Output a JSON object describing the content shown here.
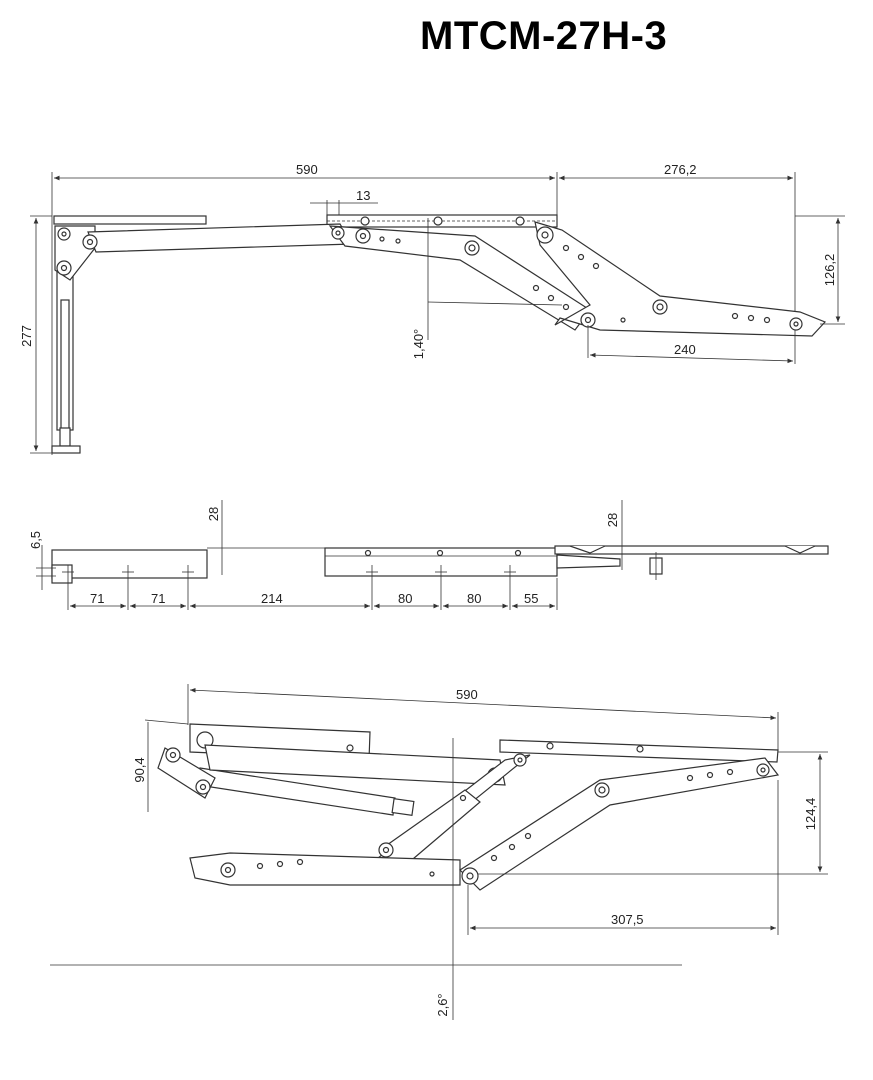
{
  "title": "MTCM-27H-3",
  "view_top": {
    "dims": {
      "overall_width": "590",
      "extension": "276,2",
      "offset_13": "13",
      "height_277": "277",
      "height_126": "126,2",
      "length_240": "240",
      "angle": "1,40°"
    }
  },
  "view_middle": {
    "dims": {
      "thickness_6_5": "6,5",
      "gap_left_28": "28",
      "gap_right_28": "28",
      "spacings": [
        "71",
        "71",
        "214",
        "80",
        "80",
        "55"
      ]
    }
  },
  "view_bottom": {
    "dims": {
      "overall_width": "590",
      "height_90": "90,4",
      "height_124": "124,4",
      "length_307": "307,5",
      "angle": "2,6°"
    }
  }
}
